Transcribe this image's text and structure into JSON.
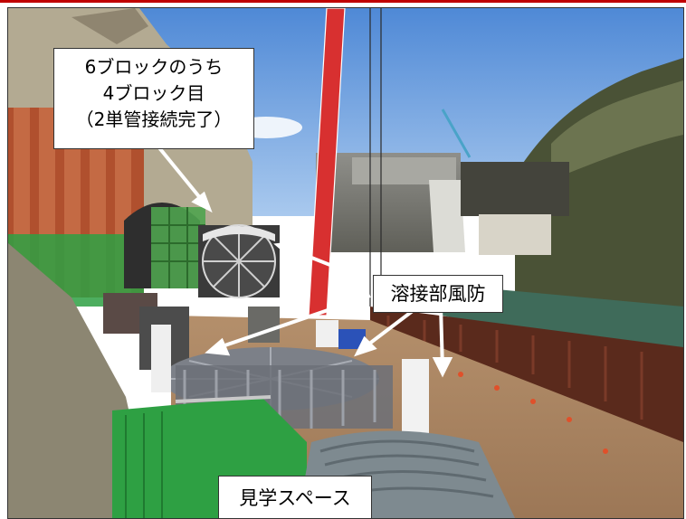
{
  "annotations": {
    "block_status": {
      "lines": [
        "6ブロックのうち",
        "4ブロック目",
        "（2単管接続完了）"
      ]
    },
    "weld_windbreak": "溶接部風防",
    "viewing_space": "見学スペース"
  },
  "colors": {
    "header_rule": "#c00000",
    "callout_bg": "#ffffff",
    "arrow": "#ffffff",
    "green_mesh": "#2ea043"
  }
}
